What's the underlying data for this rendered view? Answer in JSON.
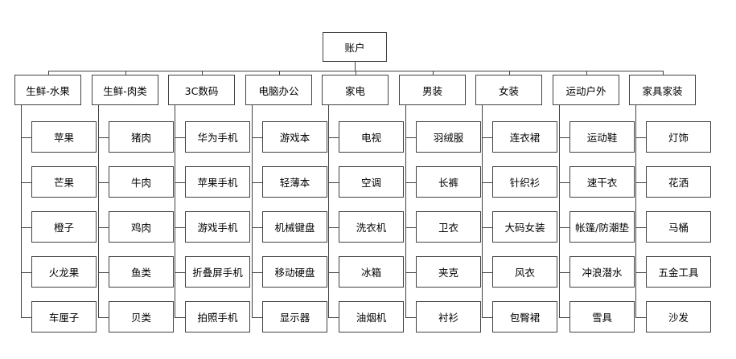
{
  "diagram": {
    "title": "category-tree",
    "root": {
      "label": "账户"
    },
    "categories": [
      {
        "label": "生鲜-水果",
        "children": [
          "苹果",
          "芒果",
          "橙子",
          "火龙果",
          "车厘子"
        ]
      },
      {
        "label": "生鲜-肉类",
        "children": [
          "猪肉",
          "牛肉",
          "鸡肉",
          "鱼类",
          "贝类"
        ]
      },
      {
        "label": "3C数码",
        "children": [
          "华为手机",
          "苹果手机",
          "游戏手机",
          "折叠屏手机",
          "拍照手机"
        ]
      },
      {
        "label": "电脑办公",
        "children": [
          "游戏本",
          "轻薄本",
          "机械键盘",
          "移动硬盘",
          "显示器"
        ]
      },
      {
        "label": "家电",
        "children": [
          "电视",
          "空调",
          "洗衣机",
          "冰箱",
          "油烟机"
        ]
      },
      {
        "label": "男装",
        "children": [
          "羽绒服",
          "长裤",
          "卫衣",
          "夹克",
          "衬衫"
        ]
      },
      {
        "label": "女装",
        "children": [
          "连衣裙",
          "针织衫",
          "大码女装",
          "风衣",
          "包臀裙"
        ]
      },
      {
        "label": "运动户外",
        "children": [
          "运动鞋",
          "速干衣",
          "帐篷/防潮垫",
          "冲浪潜水",
          "雪具"
        ]
      },
      {
        "label": "家具家装",
        "children": [
          "灯饰",
          "花洒",
          "马桶",
          "五金工具",
          "沙发"
        ]
      }
    ],
    "colors": {
      "border": "#424242",
      "background": "#ffffff",
      "text": "#000000"
    }
  }
}
